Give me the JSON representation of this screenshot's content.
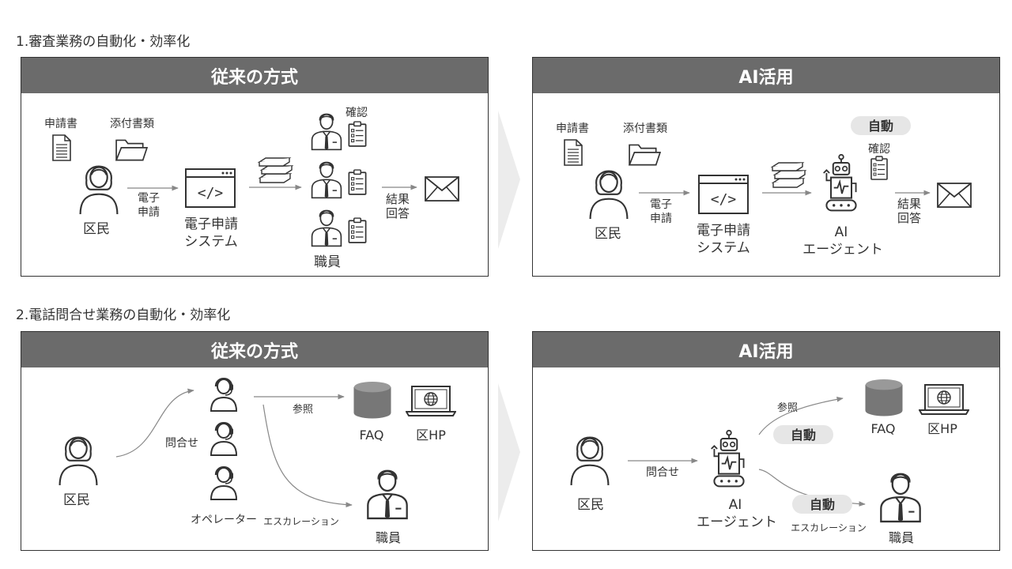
{
  "section1": {
    "title": "1.審査業務の自動化・効率化",
    "conventional": {
      "header": "従来の方式",
      "application_form": "申請書",
      "attachments": "添付書類",
      "resident": "区民",
      "e_application_l1": "電子",
      "e_application_l2": "申請",
      "system_l1": "電子申請",
      "system_l2": "システム",
      "confirm": "確認",
      "staff": "職員",
      "result_l1": "結果",
      "result_l2": "回答"
    },
    "ai": {
      "header": "AI活用",
      "application_form": "申請書",
      "attachments": "添付書類",
      "resident": "区民",
      "e_application_l1": "電子",
      "e_application_l2": "申請",
      "system_l1": "電子申請",
      "system_l2": "システム",
      "auto": "自動",
      "confirm": "確認",
      "agent_l1": "AI",
      "agent_l2": "エージェント",
      "result_l1": "結果",
      "result_l2": "回答"
    }
  },
  "section2": {
    "title": "2.電話問合せ業務の自動化・効率化",
    "conventional": {
      "header": "従来の方式",
      "resident": "区民",
      "inquiry": "問合せ",
      "operator": "オペレーター",
      "reference": "参照",
      "faq": "FAQ",
      "ward_hp": "区HP",
      "escalation": "エスカレーション",
      "staff": "職員"
    },
    "ai": {
      "header": "AI活用",
      "resident": "区民",
      "inquiry": "問合せ",
      "agent_l1": "AI",
      "agent_l2": "エージェント",
      "reference": "参照",
      "auto_1": "自動",
      "faq": "FAQ",
      "ward_hp": "区HP",
      "auto_2": "自動",
      "escalation": "エスカレーション",
      "staff": "職員"
    }
  },
  "colors": {
    "header_bg": "#6b6b6b",
    "border": "#333333",
    "badge_bg": "#e6e6e6",
    "arrow": "#888888",
    "chevron": "#ececec"
  }
}
